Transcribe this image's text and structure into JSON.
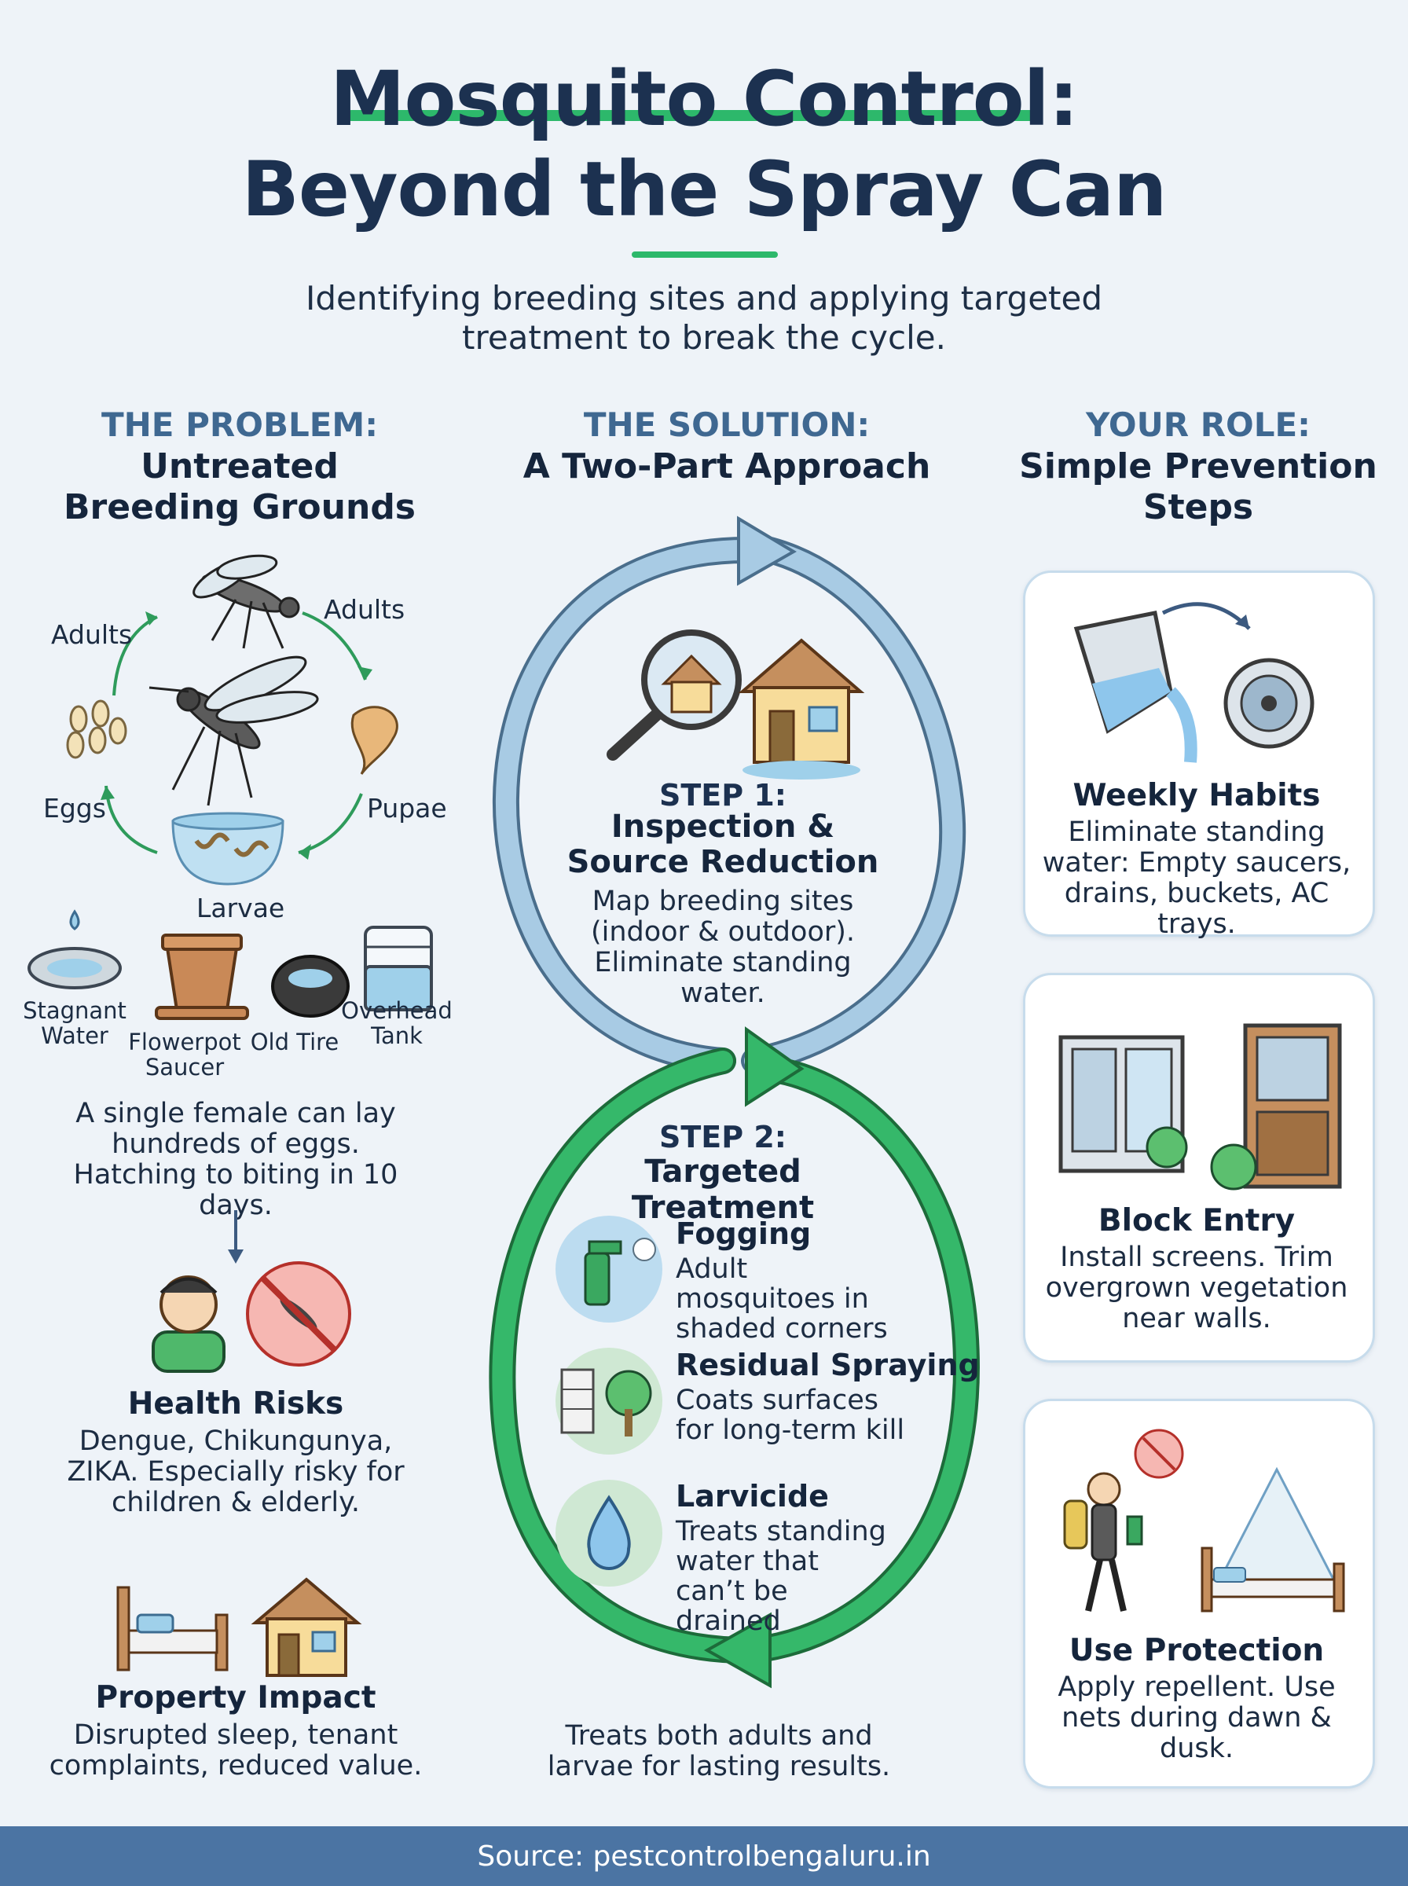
{
  "header": {
    "title_line1": "Mosquito Control:",
    "title_line2": "Beyond the Spray Can",
    "subtitle": "Identifying breeding sites and applying targeted treatment to break the cycle."
  },
  "problem": {
    "kicker": "THE PROBLEM:",
    "heading": "Untreated Breeding Grounds",
    "lifecycle": {
      "adults_left": "Adults",
      "adults_right": "Adults",
      "eggs": "Eggs",
      "pupae": "Pupae",
      "larvae": "Larvae"
    },
    "sites": [
      {
        "label": "Stagnant Water",
        "icon": "water-puddle-icon"
      },
      {
        "label": "Flowerpot Saucer",
        "icon": "flowerpot-icon"
      },
      {
        "label": "Old Tire",
        "icon": "tire-icon"
      },
      {
        "label": "Overhead Tank",
        "icon": "water-tank-icon"
      }
    ],
    "fact": "A single female can lay hundreds of eggs. Hatching to biting in 10 days.",
    "health": {
      "title": "Health Risks",
      "text": "Dengue, Chikungunya, ZIKA. Especially risky for children & elderly."
    },
    "property": {
      "title": "Property Impact",
      "text": "Disrupted sleep, tenant complaints, reduced value."
    }
  },
  "solution": {
    "kicker": "THE SOLUTION:",
    "heading": "A Two-Part Approach",
    "step1": {
      "label": "STEP 1:",
      "title": "Inspection & Source Reduction",
      "text": "Map breeding sites (indoor & outdoor). Eliminate standing water."
    },
    "step2": {
      "label": "STEP 2:",
      "title": "Targeted Treatment",
      "treatments": [
        {
          "title": "Fogging",
          "text": "Adult mosquitoes in shaded corners",
          "icon": "fogger-icon"
        },
        {
          "title": "Residual Spraying",
          "text": "Coats surfaces for long-term kill",
          "icon": "wall-tree-icon"
        },
        {
          "title": "Larvicide",
          "text": "Treats standing water that can’t be drained",
          "icon": "water-drop-icon"
        }
      ]
    },
    "footer_text": "Treats both adults and larvae for lasting results."
  },
  "role": {
    "kicker": "YOUR ROLE:",
    "heading": "Simple Prevention Steps",
    "cards": [
      {
        "title": "Weekly Habits",
        "text": "Eliminate standing water: Empty saucers, drains, buckets, AC trays.",
        "icon": "pour-bucket-icon"
      },
      {
        "title": "Block Entry",
        "text": "Install screens. Trim overgrown vegetation near walls.",
        "icon": "screen-door-icon"
      },
      {
        "title": "Use Protection",
        "text": "Apply repellent. Use nets during dawn & dusk.",
        "icon": "repellent-net-icon"
      }
    ]
  },
  "footer": {
    "source": "Source: pestcontrolbengaluru.in"
  },
  "colors": {
    "background": "#eef3f8",
    "title": "#1c3150",
    "accent_green": "#2db86b",
    "accent_blue": "#8fb8d9",
    "footer_bar": "#4b74a3"
  }
}
